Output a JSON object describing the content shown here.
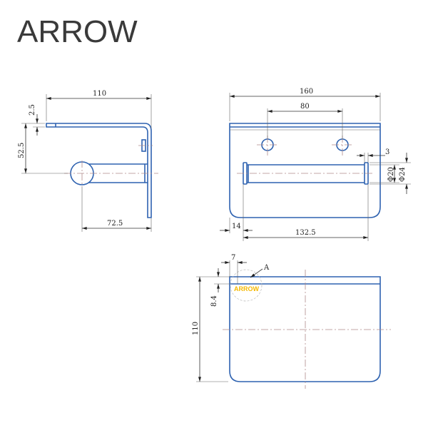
{
  "brand": "ARROW",
  "side_view": {
    "width_dim": "110",
    "thickness_dim": "2.5",
    "height_dim": "52.5",
    "rod_length_dim": "72.5"
  },
  "front_view": {
    "width_dim": "160",
    "hole_spacing_dim": "80",
    "cap_dim": "3",
    "rod_dia_dim": "Φ20",
    "cap_dia_dim": "Φ24",
    "offset_dim": "14",
    "rod_span_dim": "132.5"
  },
  "top_view": {
    "offset_dim": "7",
    "edge_dim": "8.4",
    "depth_dim": "110",
    "detail_label": "A",
    "engraving": "ARROW"
  },
  "colors": {
    "part": "#2e62b0",
    "engraving": "#f5b800",
    "centerline": "#b08a8a"
  }
}
